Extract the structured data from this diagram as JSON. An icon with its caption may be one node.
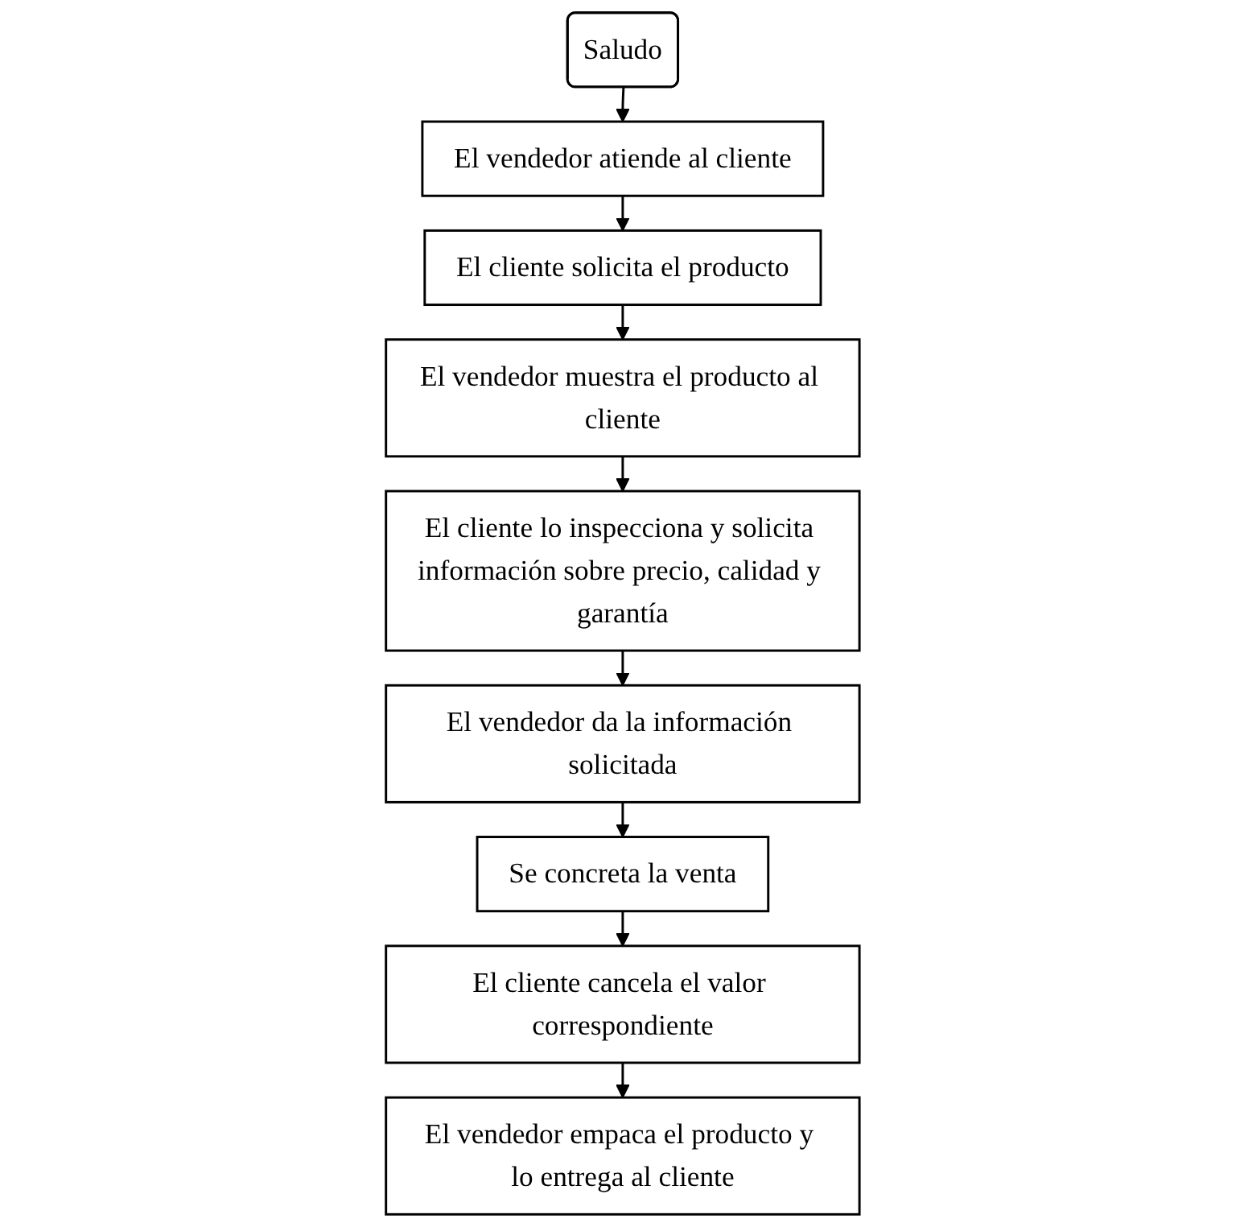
{
  "diagram": {
    "nodes": [
      {
        "text": [
          "Saludo"
        ]
      },
      {
        "text": [
          "El vendedor atiende al cliente"
        ]
      },
      {
        "text": [
          "El cliente solicita el producto"
        ]
      },
      {
        "text": [
          "El vendedor muestra el producto al cliente"
        ]
      },
      {
        "text": [
          "El cliente lo inspecciona y solicita información sobre precio, calidad y garantía"
        ]
      },
      {
        "text": [
          "El vendedor da la información solicitada"
        ]
      },
      {
        "text": [
          "Se concreta la venta"
        ]
      },
      {
        "text": [
          "El cliente cancela el valor correspondiente"
        ]
      },
      {
        "text": [
          "El vendedor empaca el producto y lo entrega al cliente"
        ]
      }
    ],
    "edges": [
      {
        "from": 0,
        "to": 1,
        "arrow": "to"
      },
      {
        "from": 1,
        "to": 2,
        "arrow": "to"
      },
      {
        "from": 2,
        "to": 3,
        "arrow": "to"
      },
      {
        "from": 3,
        "to": 4,
        "arrow": "to"
      },
      {
        "from": 4,
        "to": 5,
        "arrow": "to"
      },
      {
        "from": 5,
        "to": 6,
        "arrow": "to"
      },
      {
        "from": 6,
        "to": 7,
        "arrow": "to"
      },
      {
        "from": 7,
        "to": 8,
        "arrow": "to"
      }
    ]
  }
}
